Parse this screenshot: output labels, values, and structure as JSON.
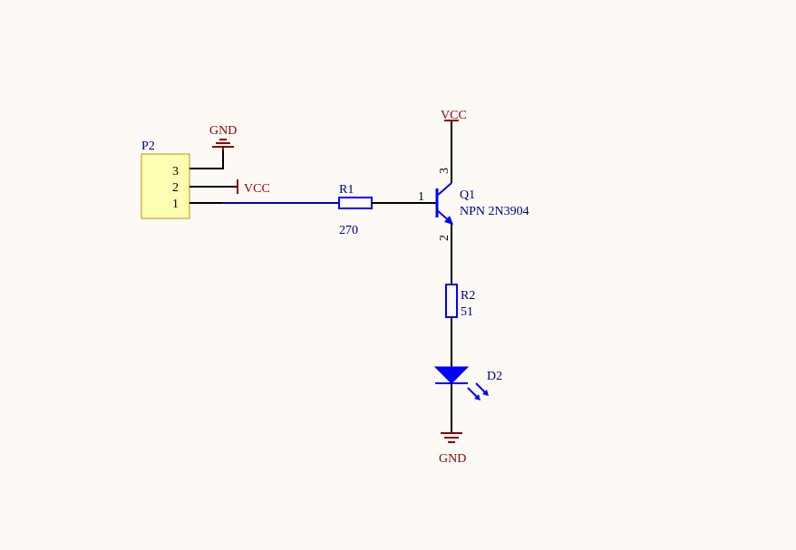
{
  "connector": {
    "designator": "P2",
    "pins": [
      "3",
      "2",
      "1"
    ],
    "body_color": "#FFFFB4"
  },
  "power": {
    "gnd_top": "GND",
    "vcc_p2": "VCC",
    "vcc_q1": "VCC",
    "gnd_bottom": "GND"
  },
  "r1": {
    "designator": "R1",
    "value": "270"
  },
  "q1": {
    "designator": "Q1",
    "value": "NPN 2N3904",
    "pin_base": "1",
    "pin_collector": "3",
    "pin_emitter": "2"
  },
  "r2": {
    "designator": "R2",
    "value": "51"
  },
  "d2": {
    "designator": "D2"
  },
  "colors": {
    "background": "#FDFAF6",
    "wire": "#000000",
    "net_wire": "#0000B4",
    "component": "#0000FF",
    "power_symbol": "#8B0000",
    "label_text": "#00007F"
  }
}
